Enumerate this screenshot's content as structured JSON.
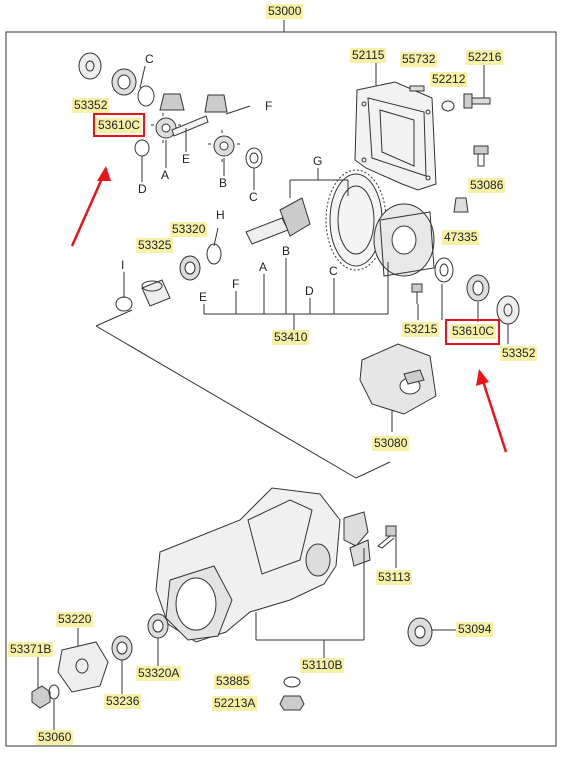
{
  "colors": {
    "label_bg": "#f7f1a8",
    "highlight": "#e8141c",
    "line": "#333333"
  },
  "labels": {
    "top_assembly": "53000",
    "l_52115": "52115",
    "l_55732": "55732",
    "l_52216": "52216",
    "l_52212": "52212",
    "l_53086": "53086",
    "l_47335": "47335",
    "l_53352_left": "53352",
    "l_53610c_left": "53610C",
    "l_53320": "53320",
    "l_53325": "53325",
    "l_53410": "53410",
    "l_53215": "53215",
    "l_53610c_right": "53610C",
    "l_53352_right": "53352",
    "l_53080": "53080",
    "l_53113": "53113",
    "l_53094": "53094",
    "l_53220": "53220",
    "l_53371b": "53371B",
    "l_53320a": "53320A",
    "l_53110b": "53110B",
    "l_53885": "53885",
    "l_53236": "53236",
    "l_52213a": "52213A",
    "l_53060": "53060"
  },
  "letters": {
    "c_top": "C",
    "f_top": "F",
    "e_top": "E",
    "a_top": "A",
    "d_top": "D",
    "b_top": "B",
    "c_mid": "C",
    "g": "G",
    "h": "H",
    "i": "I",
    "a_mid": "A",
    "b_mid": "B",
    "f_mid": "F",
    "e_mid": "E",
    "d_mid": "D",
    "c_right": "C"
  }
}
